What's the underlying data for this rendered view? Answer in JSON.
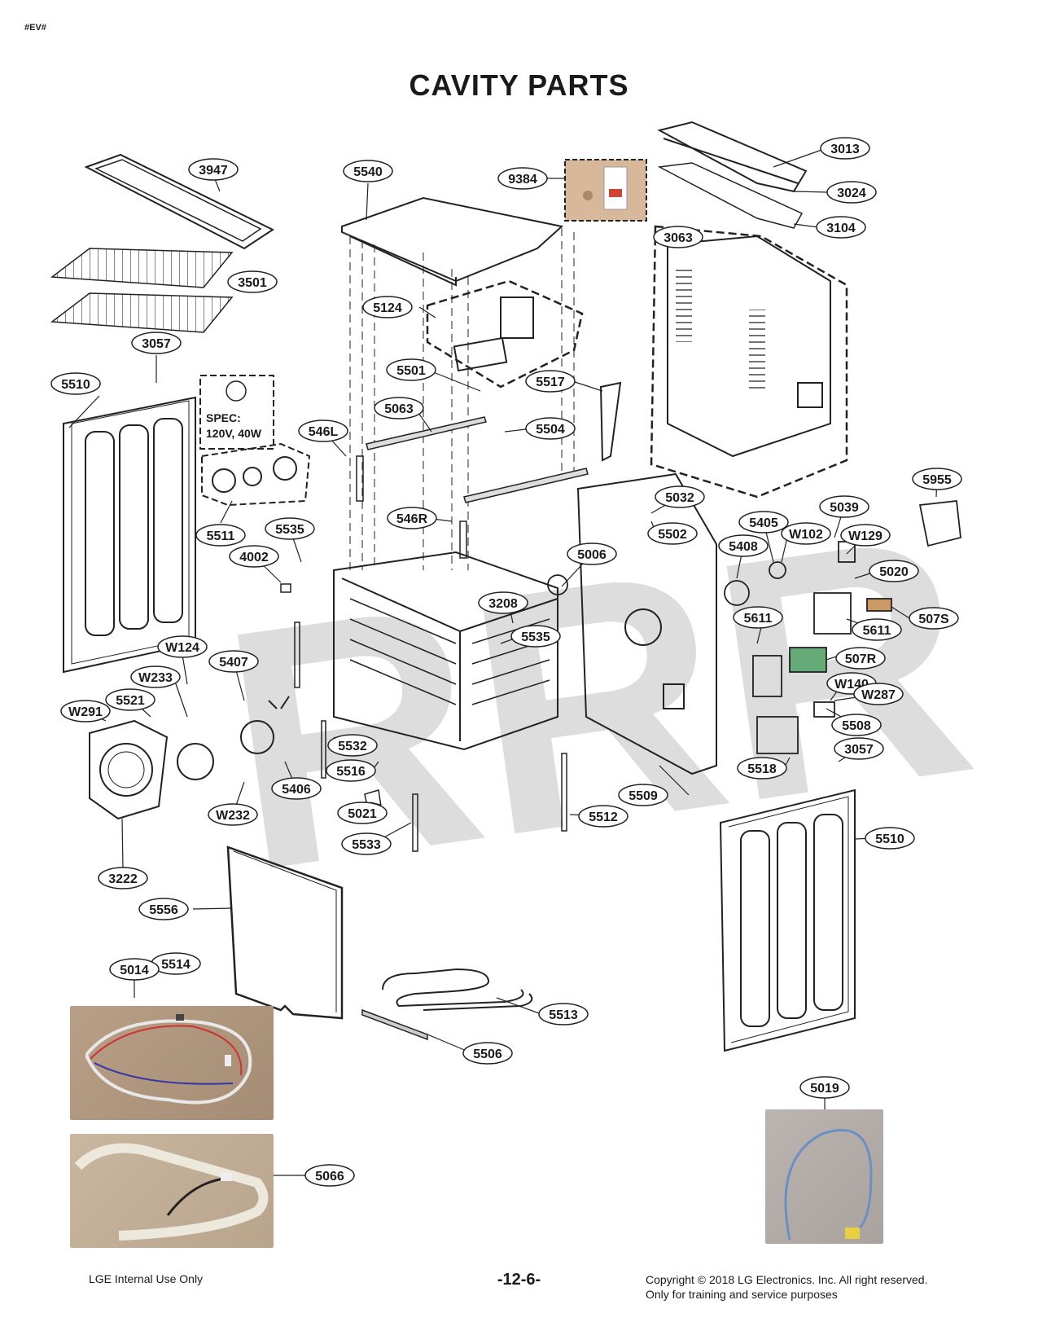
{
  "header": {
    "tag": "#EV#"
  },
  "title": "CAVITY PARTS",
  "watermark": "RRR",
  "spec_box": {
    "line1": "SPEC:",
    "line2": "120V, 40W"
  },
  "callouts": [
    "3947",
    "3501",
    "3057",
    "5510",
    "5540",
    "9384",
    "3013",
    "3024",
    "3104",
    "3063",
    "5124",
    "5501",
    "5517",
    "5063",
    "5504",
    "546L",
    "5511",
    "5535",
    "4002",
    "546R",
    "3208",
    "5535",
    "5006",
    "5032",
    "5502",
    "5405",
    "5039",
    "W102",
    "W129",
    "5955",
    "5408",
    "5020",
    "507S",
    "5611",
    "5611",
    "507R",
    "W140",
    "W287",
    "5508",
    "5518",
    "3057",
    "5510",
    "5509",
    "5512",
    "5532",
    "5516",
    "5021",
    "5533",
    "5406",
    "W232",
    "5407",
    "W124",
    "W233",
    "5521",
    "W291",
    "3222",
    "5556",
    "5514",
    "5513",
    "5506",
    "5014",
    "5066",
    "5019"
  ],
  "photos": {
    "wire_harness": "5014",
    "hose_harness": "5066",
    "blue_cable": "5019",
    "label_sticker": "9384"
  },
  "footer": {
    "left": "LGE Internal Use Only",
    "center": "-12-6-",
    "right_line1": "Copyright © 2018 LG Electronics. Inc. All right reserved.",
    "right_line2": "Only for training and service purposes"
  }
}
